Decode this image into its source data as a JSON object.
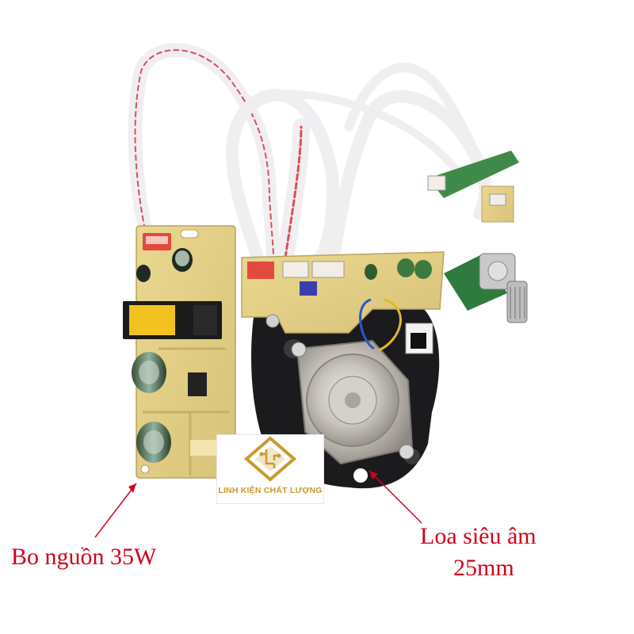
{
  "labels": {
    "power_board": "Bo nguồn 35W",
    "speaker_line1": "Loa siêu âm",
    "speaker_line2": "25mm"
  },
  "logo": {
    "text": "LINH KIỆN CHẤT LƯỢNG"
  },
  "colors": {
    "label_red": "#d0021b",
    "pcb": "#e3cf86",
    "wire": "#f1eef2",
    "stripe": "#d8505a",
    "housing": "#1b1b1d",
    "disc": "#c9c4bd",
    "logo_gold": "#c89a2e"
  }
}
